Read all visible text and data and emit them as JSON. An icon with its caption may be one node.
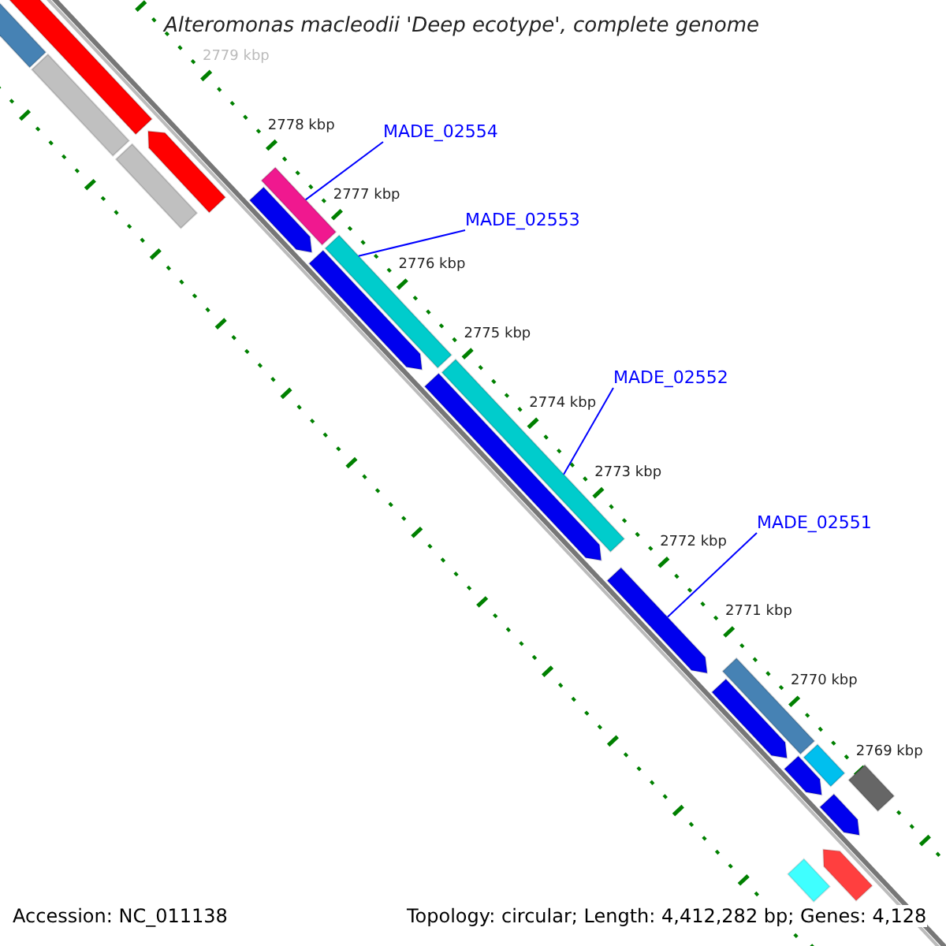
{
  "diagram": {
    "title": "Alteromonas macleodii 'Deep ecotype', complete genome",
    "nodes": [
      {
        "text": [
          "MADE_02554"
        ]
      },
      {
        "text": [
          "MADE_02553"
        ]
      },
      {
        "text": [
          "MADE_02552"
        ]
      },
      {
        "text": [
          "MADE_02551"
        ]
      },
      {
        "text": [],
        "shape": "bar"
      },
      {
        "text": [],
        "shape": "bar"
      },
      {
        "text": [],
        "shape": "bar"
      },
      {
        "text": [],
        "shape": "bar"
      },
      {
        "text": [],
        "shape": "bar"
      },
      {
        "text": [],
        "shape": "bar"
      },
      {
        "text": [],
        "shape": "bar"
      },
      {
        "text": [],
        "shape": "bar"
      },
      {
        "text": [],
        "shape": "bar"
      },
      {
        "text": [],
        "shape": "bar"
      },
      {
        "text": [],
        "shape": "bar"
      },
      {
        "text": [],
        "shape": "bar"
      },
      {
        "text": [],
        "shape": "bar"
      },
      {
        "text": [],
        "shape": "bar"
      },
      {
        "text": [],
        "shape": "bar"
      },
      {
        "text": [],
        "shape": "bar"
      },
      {
        "text": [],
        "shape": "bar"
      },
      {
        "text": [],
        "shape": "bar"
      },
      {
        "text": [],
        "shape": "bar"
      },
      {
        "text": [],
        "shape": "bar"
      }
    ],
    "edges": [
      {
        "from": 0,
        "to": 9,
        "arrow": "none"
      },
      {
        "from": 1,
        "to": 11,
        "arrow": "none"
      },
      {
        "from": 2,
        "to": 14,
        "arrow": "none"
      },
      {
        "from": 3,
        "to": 15,
        "arrow": "none"
      }
    ],
    "labels": [
      "2779 kbp",
      "2778 kbp",
      "2777 kbp",
      "2776 kbp",
      "2775 kbp",
      "2774 kbp",
      "2773 kbp",
      "2772 kbp",
      "2771 kbp",
      "2770 kbp",
      "2769 kbp",
      "Accession: NC_011138",
      "Topology: circular; Length: 4,412,282 bp; Genes: 4,128"
    ]
  }
}
